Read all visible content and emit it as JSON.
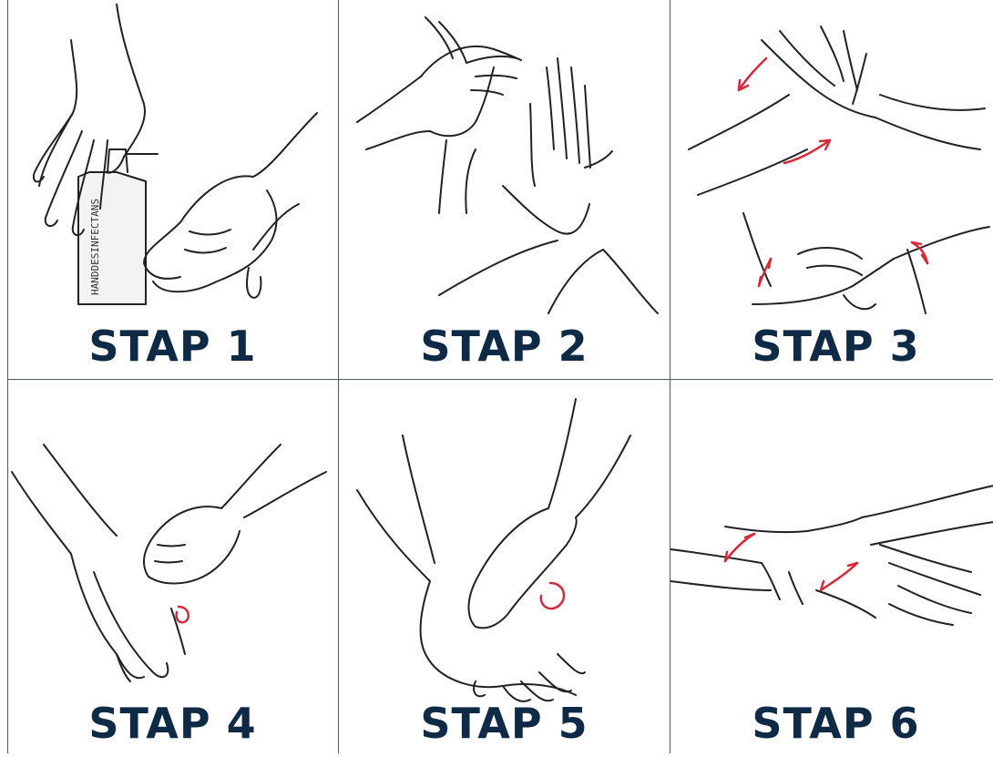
{
  "steps": [
    {
      "label": "STAP 1",
      "bottle_text": "HANDDESINFECTANS"
    },
    {
      "label": "STAP 2"
    },
    {
      "label": "STAP 3"
    },
    {
      "label": "STAP 4"
    },
    {
      "label": "STAP 5"
    },
    {
      "label": "STAP 6"
    }
  ],
  "colors": {
    "label": "#0e2a47",
    "arrow": "#d42a3a",
    "ink": "#222222",
    "divider": "#4a5a6a"
  }
}
